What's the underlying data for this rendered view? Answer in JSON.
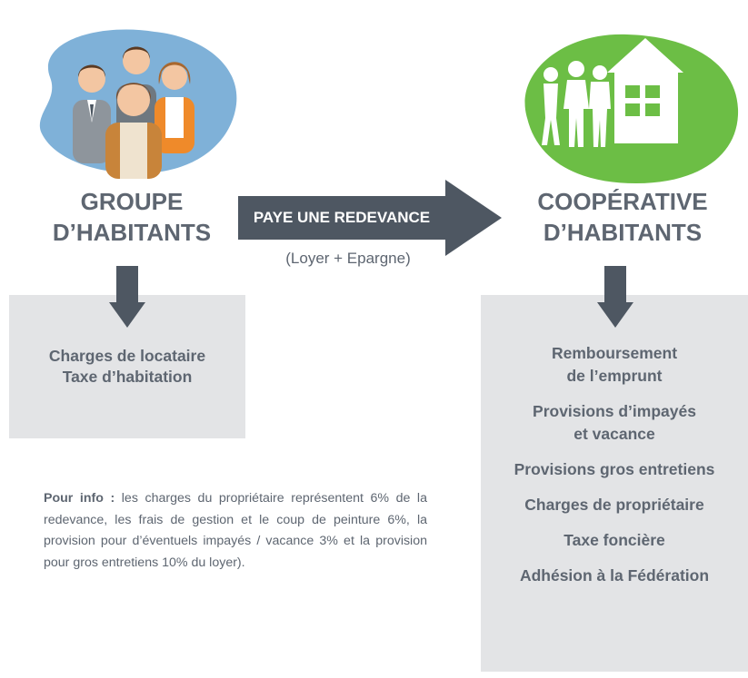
{
  "left": {
    "heading_line1": "GROUPE",
    "heading_line2": "D’HABITANTS",
    "icon": "group-of-people-icon",
    "box_lines": [
      "Charges de locataire",
      "Taxe d’habitation"
    ]
  },
  "middle": {
    "arrow_label": "PAYE UNE REDEVANCE",
    "arrow_sublabel": "(Loyer + Epargne)"
  },
  "right": {
    "heading_line1": "COOPÉRATIVE",
    "heading_line2": "D’HABITANTS",
    "icon": "people-and-house-icon",
    "box_items": [
      "Remboursement\nde l’emprunt",
      "Provisions d’impayés\net vacance",
      "Provisions gros entretiens",
      "Charges de propriétaire",
      "Taxe foncière",
      "Adhésion à la Fédération"
    ]
  },
  "info": {
    "label": "Pour info  :",
    "text": " les charges du propriétaire représentent 6% de la redevance, les frais de gestion et le coup de peinture 6%, la provision pour d’éventuels impayés / vacance 3% et la provision pour gros entretiens 10% du loyer)."
  },
  "colors": {
    "text": "#5e6671",
    "arrow": "#4e5762",
    "blue_blob": "#7fb1d8",
    "green_blob": "#6cbe45",
    "box": "#e3e4e6"
  }
}
